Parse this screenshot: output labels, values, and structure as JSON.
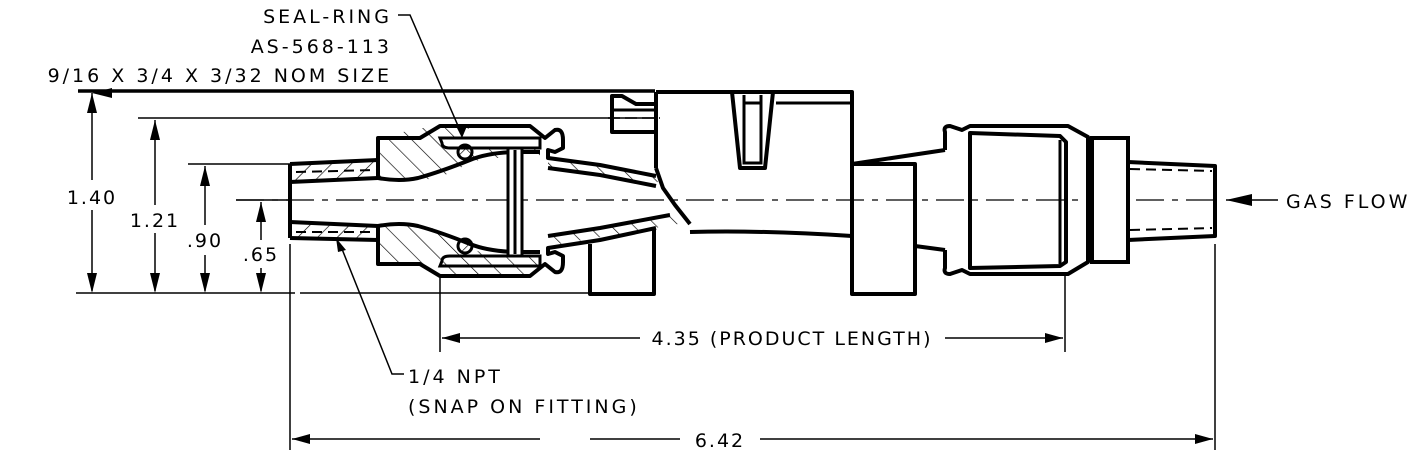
{
  "drawing": {
    "type": "engineering cross-section drawing",
    "subject": "snap-on gas fitting assembly",
    "line_color": "#000000",
    "background_color": "#ffffff"
  },
  "callouts": {
    "seal_ring": {
      "line1": "SEAL-RING",
      "line2": "AS-568-113",
      "line3": "9/16 X 3/4 X 3/32 NOM SIZE"
    },
    "fitting": {
      "line1": "1/4 NPT",
      "line2": "(SNAP ON FITTING)"
    },
    "gas_flow": "GAS FLOW"
  },
  "dimensions": {
    "height_overall": "1.40",
    "height_2": "1.21",
    "height_3": ".90",
    "height_4": ".65",
    "product_length": "4.35 (PRODUCT LENGTH)",
    "overall_length": "6.42"
  }
}
